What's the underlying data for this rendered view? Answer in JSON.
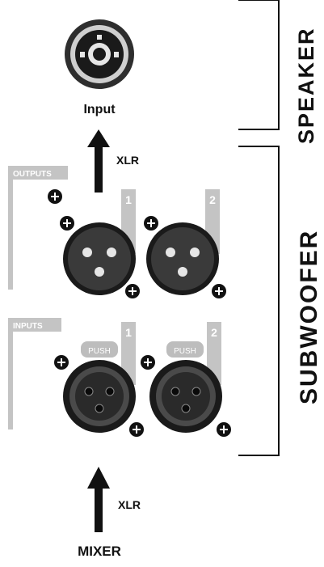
{
  "speaker": {
    "section_label": "SPEAKER",
    "input_label": "Input"
  },
  "subwoofer": {
    "section_label": "SUBWOOFER",
    "outputs": {
      "panel_label": "OUTPUTS",
      "ports": [
        {
          "number": "1"
        },
        {
          "number": "2"
        }
      ]
    },
    "inputs": {
      "panel_label": "INPUTS",
      "ports": [
        {
          "number": "1",
          "push_label": "PUSH"
        },
        {
          "number": "2",
          "push_label": "PUSH"
        }
      ]
    }
  },
  "connections": {
    "cable_to_speaker": "XLR",
    "cable_from_mixer": "XLR"
  },
  "mixer": {
    "label": "MIXER"
  },
  "colors": {
    "panel_gray": "#c4c4c4",
    "connector_dark": "#3a3a3a",
    "ink": "#111111"
  }
}
